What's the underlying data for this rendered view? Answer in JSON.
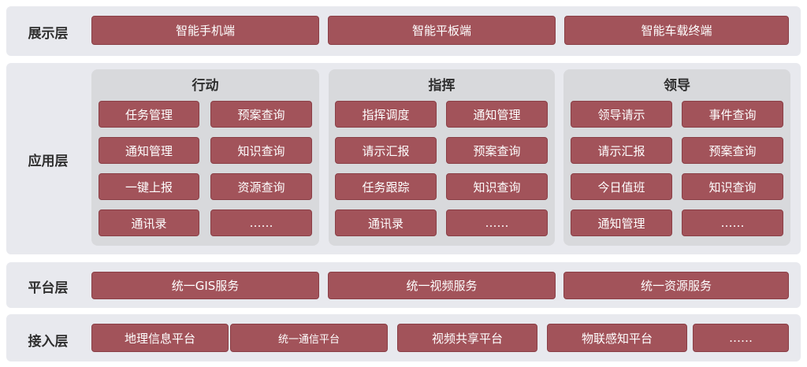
{
  "display_layer": {
    "label": "展示层",
    "items": [
      "智能手机端",
      "智能平板端",
      "智能车载终端"
    ]
  },
  "app_layer": {
    "label": "应用层",
    "groups": [
      {
        "title": "行动",
        "items": [
          "任务管理",
          "预案查询",
          "通知管理",
          "知识查询",
          "一键上报",
          "资源查询",
          "通讯录",
          "……"
        ]
      },
      {
        "title": "指挥",
        "items": [
          "指挥调度",
          "通知管理",
          "请示汇报",
          "预案查询",
          "任务跟踪",
          "知识查询",
          "通讯录",
          "……"
        ]
      },
      {
        "title": "领导",
        "items": [
          "领导请示",
          "事件查询",
          "请示汇报",
          "预案查询",
          "今日值班",
          "知识查询",
          "通知管理",
          "……"
        ]
      }
    ]
  },
  "platform_layer": {
    "label": "平台层",
    "items": [
      "统一GIS服务",
      "统一视频服务",
      "统一资源服务"
    ]
  },
  "access_layer": {
    "label": "接入层",
    "items": [
      "地理信息平台",
      "统一通信平台",
      "视频共享平台",
      "物联感知平台",
      "……"
    ]
  },
  "colors": {
    "box": "#a2535a",
    "band": "#e8e9ee",
    "group": "#d8d9dc"
  }
}
